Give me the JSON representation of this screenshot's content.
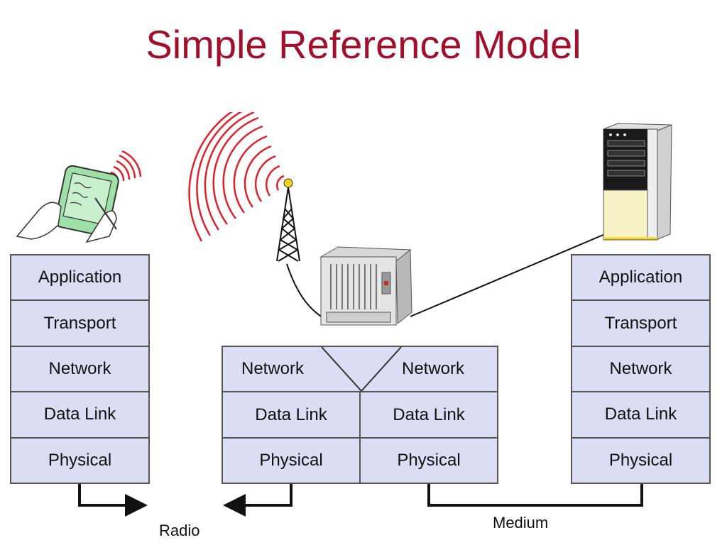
{
  "title": "Simple Reference Model",
  "left_stack": [
    "Application",
    "Transport",
    "Network",
    "Data Link",
    "Physical"
  ],
  "right_stack": [
    "Application",
    "Transport",
    "Network",
    "Data Link",
    "Physical"
  ],
  "middle_stack": {
    "network_left": "Network",
    "network_right": "Network",
    "datalink_left": "Data Link",
    "datalink_right": "Data Link",
    "physical_left": "Physical",
    "physical_right": "Physical"
  },
  "labels": {
    "radio": "Radio",
    "medium": "Medium"
  },
  "icons": {
    "handheld": "handheld-device-icon",
    "tower": "radio-tower-icon",
    "router": "router-rack-icon",
    "server": "server-tower-icon"
  },
  "colors": {
    "title": "#a0102c",
    "layer_fill": "#dcdcf4",
    "waves": "#e0202a"
  }
}
